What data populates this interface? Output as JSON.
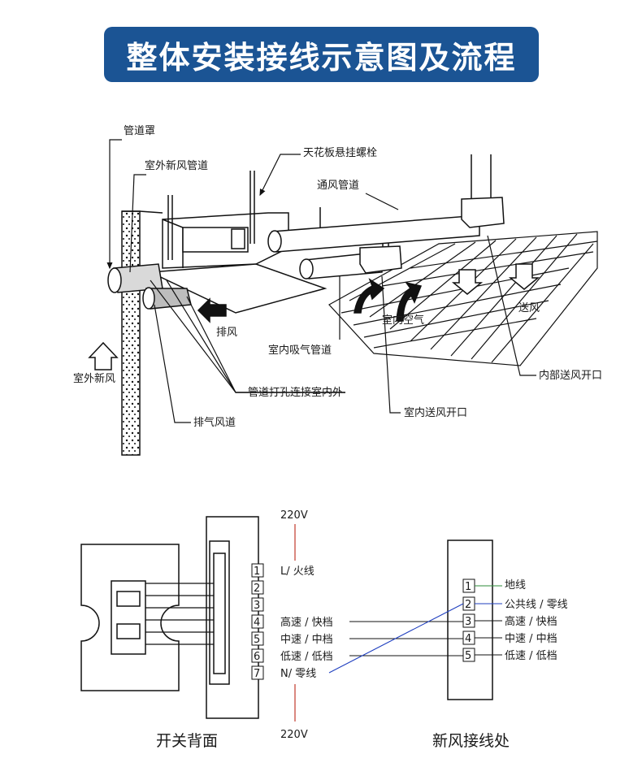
{
  "title": "整体安装接线示意图及流程",
  "colors": {
    "banner": "#1b5494",
    "live": "#c0392b",
    "neutral": "#1f3fbf",
    "ground": "#2e8b3a"
  },
  "install": {
    "labels": {
      "duct_cover": "管道罩",
      "outdoor_fresh_duct": "室外新风管道",
      "ceiling_bolt": "天花板悬挂螺栓",
      "vent_duct": "通风管道",
      "exhaust": "排风",
      "indoor_air": "室内空气",
      "supply_air": "送风",
      "indoor_intake_duct": "室内吸气管道",
      "inner_supply_outlet": "内部送风开口",
      "outdoor_fresh_air": "室外新风",
      "duct_hole": "管道打孔连接室内外",
      "indoor_supply_outlet": "室内送风开口",
      "exhaust_duct": "排气风道"
    }
  },
  "wiring": {
    "voltage_top": "220V",
    "voltage_bottom": "220V",
    "switch_terminals": [
      {
        "num": "1",
        "label": "L/ 火线"
      },
      {
        "num": "2",
        "label": ""
      },
      {
        "num": "3",
        "label": ""
      },
      {
        "num": "4",
        "label": "高速 / 快档"
      },
      {
        "num": "5",
        "label": "中速 / 中档"
      },
      {
        "num": "6",
        "label": "低速 / 低档"
      },
      {
        "num": "7",
        "label": "N/ 零线"
      }
    ],
    "unit_terminals": [
      {
        "num": "1",
        "label": "地线"
      },
      {
        "num": "2",
        "label": "公共线 / 零线"
      },
      {
        "num": "3",
        "label": "高速 / 快档"
      },
      {
        "num": "4",
        "label": "中速 / 中档"
      },
      {
        "num": "5",
        "label": "低速 / 低档"
      }
    ],
    "switch_caption": "开关背面",
    "unit_caption": "新风接线处"
  }
}
